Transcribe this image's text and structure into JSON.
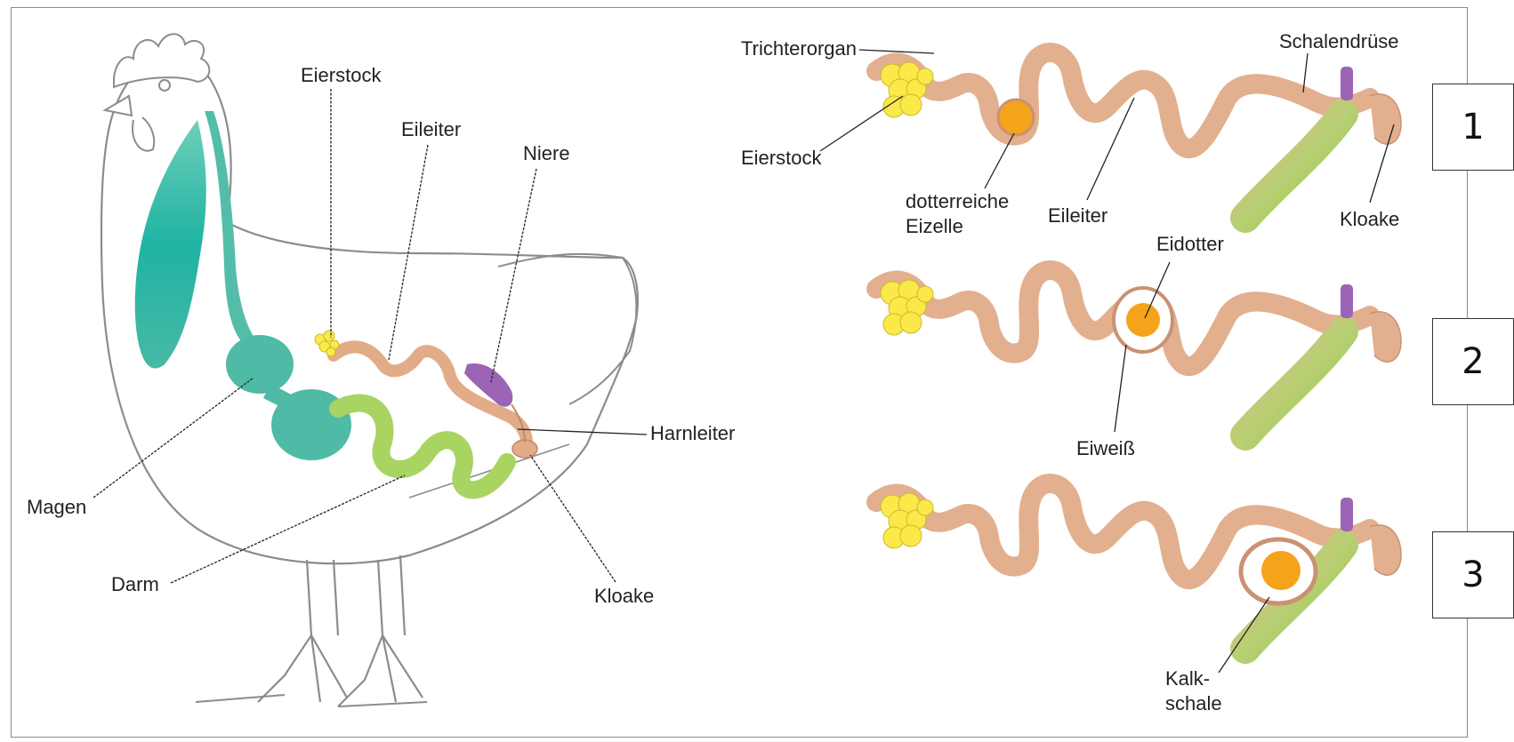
{
  "hen": {
    "labels": {
      "eierstock": "Eierstock",
      "eileiter": "Eileiter",
      "niere": "Niere",
      "harnleiter": "Harnleiter",
      "magen": "Magen",
      "darm": "Darm",
      "kloake": "Kloake"
    }
  },
  "stages": {
    "labels": {
      "trichterorgan": "Trichterorgan",
      "eierstock": "Eierstock",
      "dotterreiche_1": "dotterreiche",
      "dotterreiche_2": "Eizelle",
      "eileiter": "Eileiter",
      "schalendruese": "Schalendrüse",
      "kloake": "Kloake",
      "eidotter": "Eidotter",
      "eiweiss": "Eiweiß",
      "kalk_1": "Kalk-",
      "kalk_2": "schale"
    },
    "numbers": [
      "1",
      "2",
      "3"
    ]
  },
  "colors": {
    "digestive": "#3fb5a3",
    "oviduct": "#e2b08f",
    "ovary": "#fbe94a",
    "kidney": "#9b64b5",
    "intestine": "#a9d45c",
    "yolk": "#f5a31a"
  }
}
